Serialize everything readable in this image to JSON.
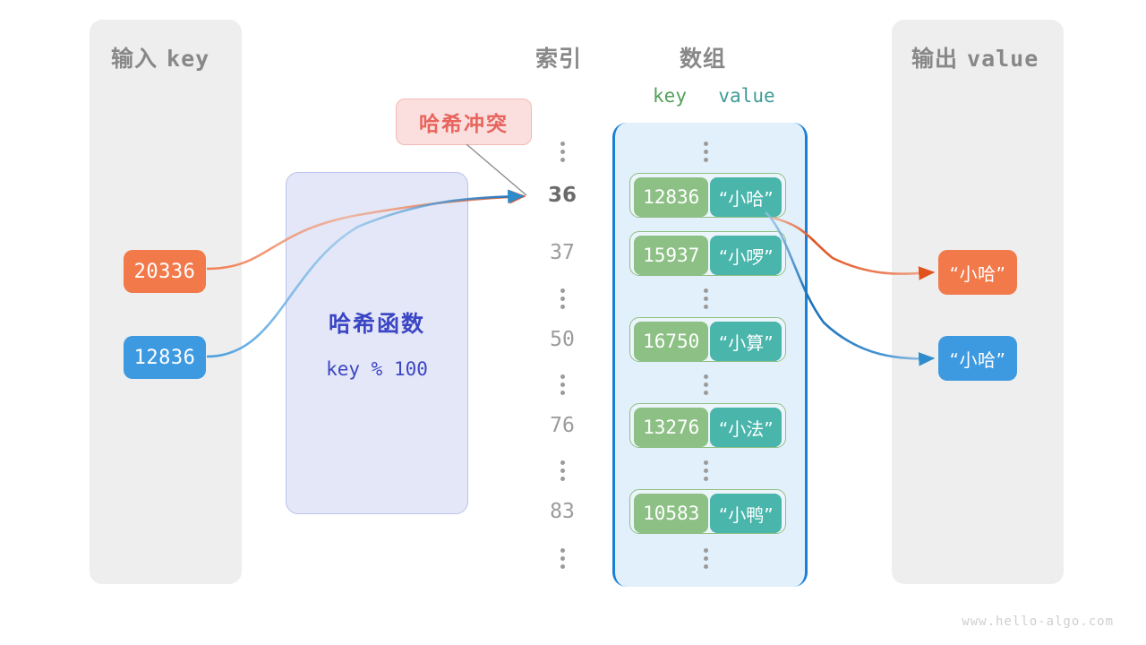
{
  "accent_colors": {
    "orange": "#f2794a",
    "blue": "#3e9ae0",
    "green_key": "#8cc084",
    "teal_value": "#49b5ab",
    "array_bg": "#e2f0fb",
    "array_border": "#1b7fd4",
    "panel_bg": "#eeeeee",
    "hash_box_bg": "#e4e7f7",
    "hash_text": "#3b46c4",
    "collision_bg": "#fadfde",
    "collision_text": "#e8645c",
    "index_text": "#9b9b9b",
    "title_text": "#888888"
  },
  "input_panel": {
    "title_cn": "输入",
    "title_mono": "key",
    "keys": [
      {
        "value": "20336",
        "color": "orange"
      },
      {
        "value": "12836",
        "color": "blue"
      }
    ]
  },
  "hash_function": {
    "name": "哈希函数",
    "expression": "key % 100"
  },
  "collision_callout": {
    "label": "哈希冲突"
  },
  "index_column": {
    "header": "索引",
    "entries": [
      {
        "type": "dots"
      },
      {
        "type": "index",
        "label": "36",
        "highlight": true
      },
      {
        "type": "index",
        "label": "37",
        "highlight": false
      },
      {
        "type": "dots"
      },
      {
        "type": "index",
        "label": "50",
        "highlight": false
      },
      {
        "type": "dots"
      },
      {
        "type": "index",
        "label": "76",
        "highlight": false
      },
      {
        "type": "dots"
      },
      {
        "type": "index",
        "label": "83",
        "highlight": false
      },
      {
        "type": "dots"
      }
    ]
  },
  "array_panel": {
    "header": "数组",
    "col_key": "key",
    "col_value": "value",
    "rows": [
      {
        "type": "dots"
      },
      {
        "type": "bucket",
        "key": "12836",
        "value": "“小哈”"
      },
      {
        "type": "bucket",
        "key": "15937",
        "value": "“小啰”"
      },
      {
        "type": "dots"
      },
      {
        "type": "bucket",
        "key": "16750",
        "value": "“小算”"
      },
      {
        "type": "dots"
      },
      {
        "type": "bucket",
        "key": "13276",
        "value": "“小法”"
      },
      {
        "type": "dots"
      },
      {
        "type": "bucket",
        "key": "10583",
        "value": "“小鸭”"
      },
      {
        "type": "dots"
      }
    ]
  },
  "output_panel": {
    "title_cn": "输出",
    "title_mono": "value",
    "values": [
      {
        "value": "“小哈”",
        "color": "orange"
      },
      {
        "value": "“小哈”",
        "color": "blue"
      }
    ]
  },
  "watermark": {
    "text": "www.hello-algo.com"
  }
}
